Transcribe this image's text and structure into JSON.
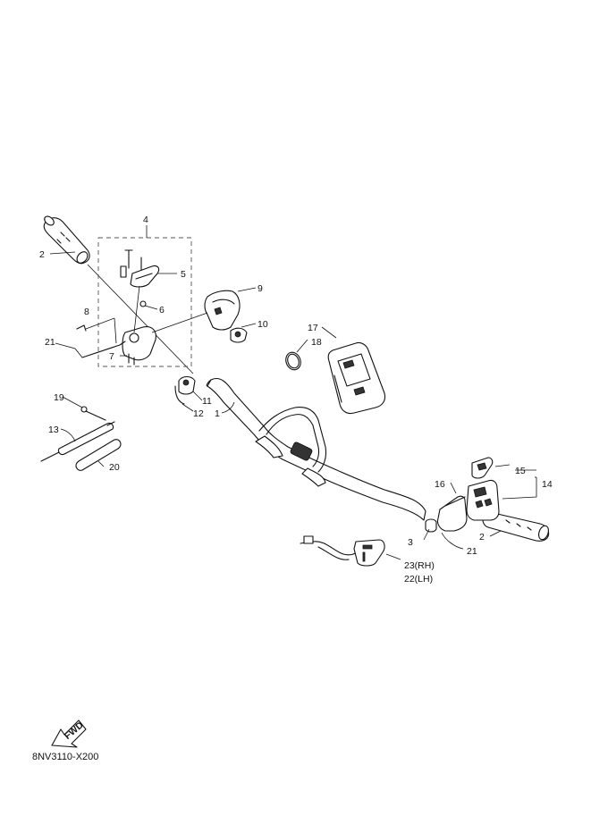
{
  "diagram": {
    "drawing_code": "8NV3110-X200",
    "fwd_label": "FWD",
    "callouts": {
      "c1": "1",
      "c2_left": "2",
      "c2_right": "2",
      "c3": "3",
      "c4": "4",
      "c5": "5",
      "c6": "6",
      "c7": "7",
      "c8": "8",
      "c9": "9",
      "c10": "10",
      "c11": "11",
      "c12": "12",
      "c13": "13",
      "c14": "14",
      "c15": "15",
      "c16": "16",
      "c17": "17",
      "c18": "18",
      "c19": "19",
      "c20": "20",
      "c21_left": "21",
      "c21_right": "21",
      "c22": "22(LH)",
      "c23": "23(RH)"
    }
  }
}
